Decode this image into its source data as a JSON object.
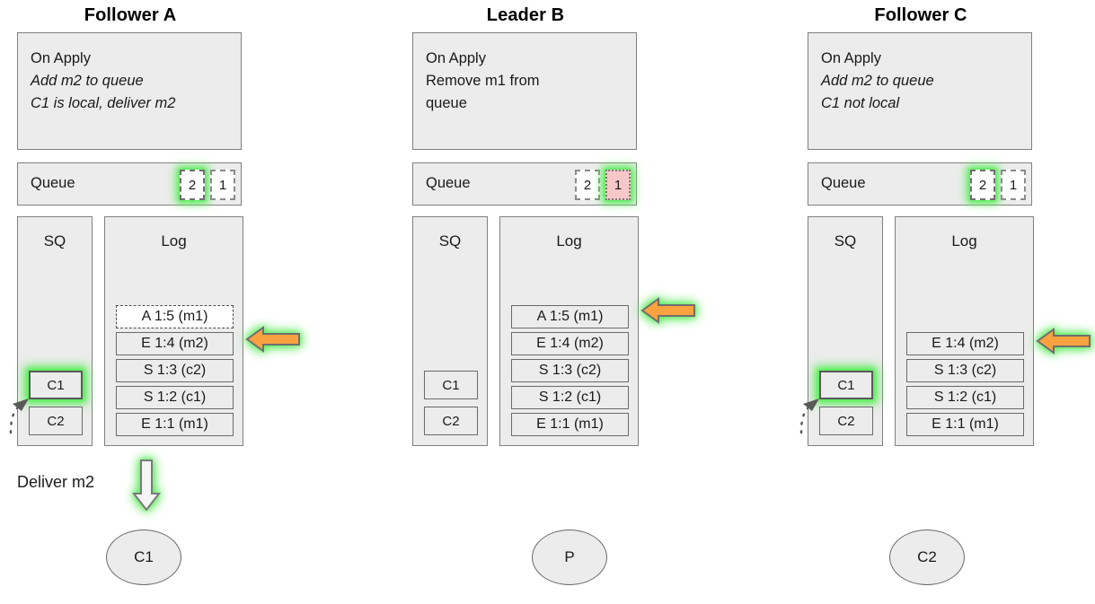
{
  "columns": [
    {
      "id": "follower-a",
      "title": "Follower A",
      "on_apply": {
        "heading": "On Apply",
        "lines": [
          {
            "text": "Add m2 to queue",
            "italic": true
          },
          {
            "text": "C1 is local, deliver m2",
            "italic": true
          }
        ]
      },
      "queue": {
        "label": "Queue",
        "slots": [
          {
            "value": "2",
            "style": "dashed-highlight"
          },
          {
            "value": "1",
            "style": "dashed"
          }
        ]
      },
      "sq": {
        "title": "SQ",
        "items": [
          {
            "label": "C1",
            "highlight": true
          },
          {
            "label": "C2",
            "highlight": false
          }
        ],
        "has_incoming_pointer": true
      },
      "log": {
        "title": "Log",
        "entries": [
          {
            "text": "A 1:5 (m1)",
            "style": "dashed"
          },
          {
            "text": "E 1:4 (m2)",
            "style": "solid"
          },
          {
            "text": "S 1:3 (c2)",
            "style": "solid"
          },
          {
            "text": "S 1:2 (c1)",
            "style": "solid"
          },
          {
            "text": "E 1:1 (m1)",
            "style": "solid"
          }
        ],
        "arrow_points_to_index": 1
      }
    },
    {
      "id": "leader-b",
      "title": "Leader B",
      "on_apply": {
        "heading": "On Apply",
        "lines": [
          {
            "text": "Remove m1 from",
            "italic": false
          },
          {
            "text": "queue",
            "italic": false
          }
        ]
      },
      "queue": {
        "label": "Queue",
        "slots": [
          {
            "value": "2",
            "style": "dashed"
          },
          {
            "value": "1",
            "style": "pink-highlight"
          }
        ]
      },
      "sq": {
        "title": "SQ",
        "items": [
          {
            "label": "C1",
            "highlight": false
          },
          {
            "label": "C2",
            "highlight": false
          }
        ],
        "has_incoming_pointer": false
      },
      "log": {
        "title": "Log",
        "entries": [
          {
            "text": "A 1:5 (m1)",
            "style": "solid"
          },
          {
            "text": "E 1:4 (m2)",
            "style": "solid"
          },
          {
            "text": "S 1:3 (c2)",
            "style": "solid"
          },
          {
            "text": "S 1:2 (c1)",
            "style": "solid"
          },
          {
            "text": "E 1:1 (m1)",
            "style": "solid"
          }
        ],
        "arrow_points_to_index": 0
      }
    },
    {
      "id": "follower-c",
      "title": "Follower C",
      "on_apply": {
        "heading": "On Apply",
        "lines": [
          {
            "text": "Add m2 to queue",
            "italic": true
          },
          {
            "text": "C1 not local",
            "italic": true
          }
        ]
      },
      "queue": {
        "label": "Queue",
        "slots": [
          {
            "value": "2",
            "style": "dashed-highlight"
          },
          {
            "value": "1",
            "style": "dashed"
          }
        ]
      },
      "sq": {
        "title": "SQ",
        "items": [
          {
            "label": "C1",
            "highlight": true
          },
          {
            "label": "C2",
            "highlight": false
          }
        ],
        "has_incoming_pointer": true
      },
      "log": {
        "title": "Log",
        "entries": [
          {
            "text": "E 1:4 (m2)",
            "style": "solid"
          },
          {
            "text": "S 1:3 (c2)",
            "style": "solid"
          },
          {
            "text": "S 1:2 (c1)",
            "style": "solid"
          },
          {
            "text": "E 1:1 (m1)",
            "style": "solid"
          }
        ],
        "arrow_points_to_index": 0
      }
    }
  ],
  "deliver": {
    "label": "Deliver m2"
  },
  "clients": [
    {
      "label": "C1"
    },
    {
      "label": "P"
    },
    {
      "label": "C2"
    }
  ],
  "colors": {
    "panel_fill": "#ececec",
    "panel_border": "#808080",
    "arrow_orange": "#f9a23f",
    "arrow_border": "#6f6f6f",
    "glow_green": "#55ee55",
    "queue_pink": "#f8c8c8",
    "text": "#1a1a1a"
  }
}
